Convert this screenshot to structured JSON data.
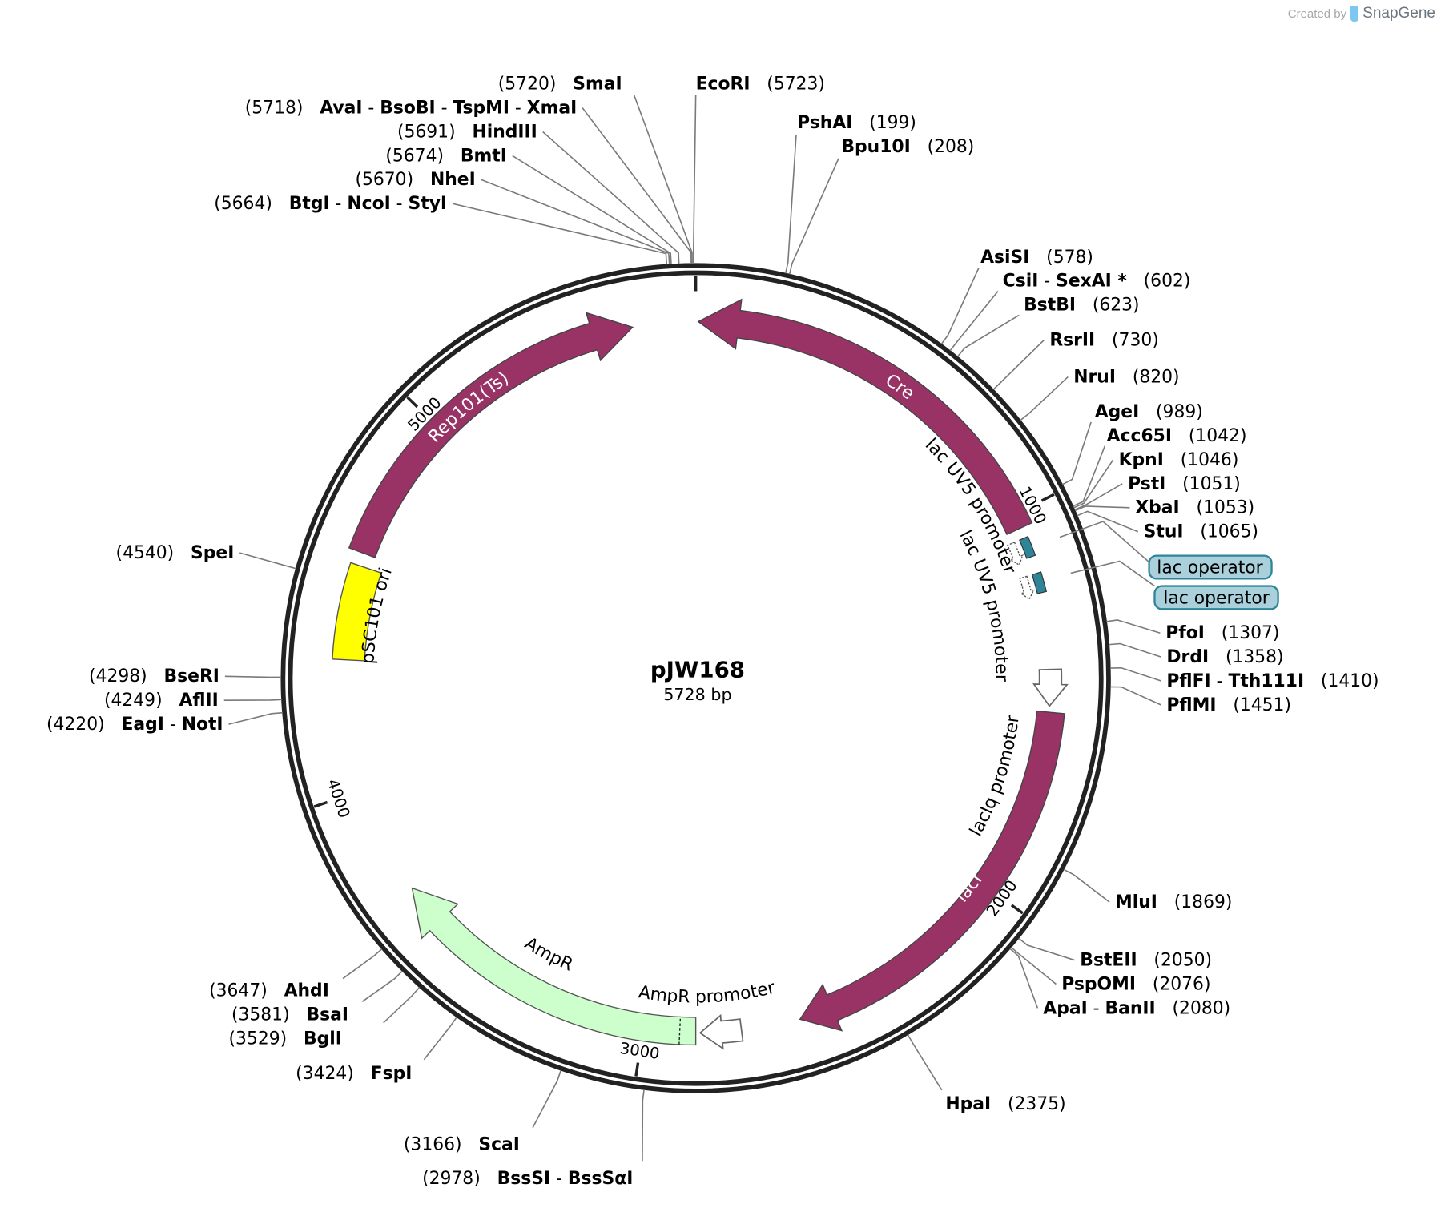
{
  "credit": {
    "prefix": "Created by",
    "brand": "SnapGene"
  },
  "plasmid": {
    "name": "pJW168",
    "length_label": "5728 bp",
    "length": 5728
  },
  "ticks": [
    "1000",
    "2000",
    "3000",
    "4000",
    "5000"
  ],
  "features": {
    "cre": "Cre",
    "rep101": "Rep101(Ts)",
    "laci": "lacI",
    "ampr": "AmpR",
    "psc101": "pSC101 ori",
    "lacuv5_1": "lac UV5 promoter",
    "lacuv5_2": "lac UV5 promoter",
    "laciq": "lacIq promoter",
    "ampr_promoter": "AmpR promoter",
    "lac_operator_1": "lac operator",
    "lac_operator_2": "lac operator"
  },
  "colors": {
    "cds": "#993366",
    "ampr": "#ccffcc",
    "ori": "#ffff00",
    "operator": "#2e8598",
    "operator_label": "#a9d0db"
  },
  "enzymes": [
    {
      "name": "EcoRI",
      "position": "(5723)"
    },
    {
      "name": "PshAI",
      "position": "(199)"
    },
    {
      "name": "Bpu10I",
      "position": "(208)"
    },
    {
      "name": "AsiSI",
      "position": "(578)"
    },
    {
      "name": "CsiI - SexAI *",
      "position": "(602)"
    },
    {
      "name": "BstBI",
      "position": "(623)"
    },
    {
      "name": "RsrII",
      "position": "(730)"
    },
    {
      "name": "NruI",
      "position": "(820)"
    },
    {
      "name": "AgeI",
      "position": "(989)"
    },
    {
      "name": "Acc65I",
      "position": "(1042)"
    },
    {
      "name": "KpnI",
      "position": "(1046)"
    },
    {
      "name": "PstI",
      "position": "(1051)"
    },
    {
      "name": "XbaI",
      "position": "(1053)"
    },
    {
      "name": "StuI",
      "position": "(1065)"
    },
    {
      "name": "PfoI",
      "position": "(1307)"
    },
    {
      "name": "DrdI",
      "position": "(1358)"
    },
    {
      "name": "PflFI - Tth111I",
      "position": "(1410)"
    },
    {
      "name": "PflMI",
      "position": "(1451)"
    },
    {
      "name": "MluI",
      "position": "(1869)"
    },
    {
      "name": "BstEII",
      "position": "(2050)"
    },
    {
      "name": "PspOMI",
      "position": "(2076)"
    },
    {
      "name": "ApaI - BanII",
      "position": "(2080)"
    },
    {
      "name": "HpaI",
      "position": "(2375)"
    },
    {
      "name": "BssSI - BssSαI",
      "position": "(2978)"
    },
    {
      "name": "ScaI",
      "position": "(3166)"
    },
    {
      "name": "FspI",
      "position": "(3424)"
    },
    {
      "name": "BglI",
      "position": "(3529)"
    },
    {
      "name": "BsaI",
      "position": "(3581)"
    },
    {
      "name": "AhdI",
      "position": "(3647)"
    },
    {
      "name": "EagI - NotI",
      "position": "(4220)"
    },
    {
      "name": "AflII",
      "position": "(4249)"
    },
    {
      "name": "BseRI",
      "position": "(4298)"
    },
    {
      "name": "SpeI",
      "position": "(4540)"
    },
    {
      "name": "BtgI - NcoI - StyI",
      "position": "(5664)"
    },
    {
      "name": "NheI",
      "position": "(5670)"
    },
    {
      "name": "BmtI",
      "position": "(5674)"
    },
    {
      "name": "HindIII",
      "position": "(5691)"
    },
    {
      "name": "AvaI - BsoBI - TspMI - XmaI",
      "position": "(5718)"
    },
    {
      "name": "SmaI",
      "position": "(5720)"
    }
  ]
}
